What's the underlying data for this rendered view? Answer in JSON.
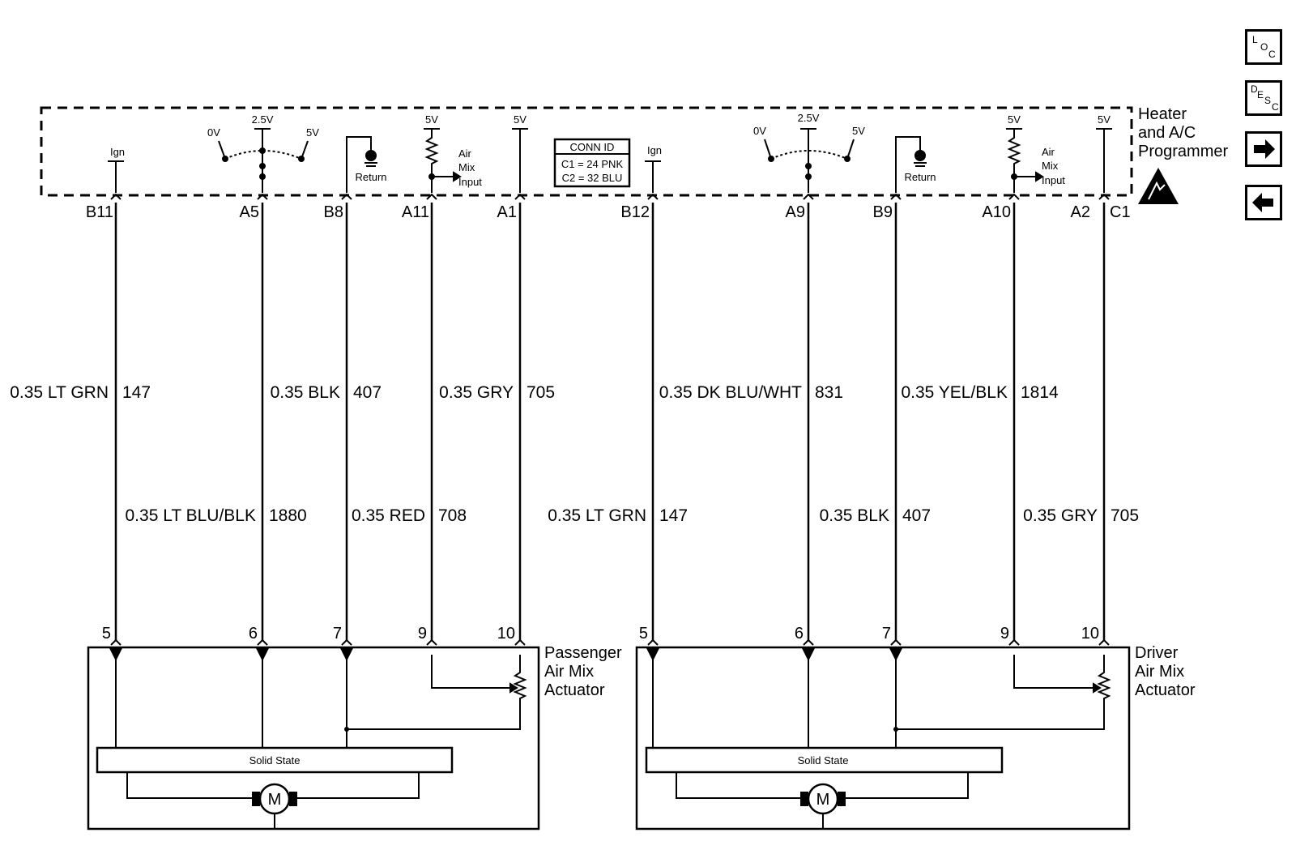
{
  "module": {
    "title_lines": [
      "Heater",
      "and A/C",
      "Programmer"
    ],
    "conn_id": {
      "header": "CONN ID",
      "lines": [
        "C1 = 24 PNK",
        "C2 = 32 BLU"
      ]
    }
  },
  "internal_labels": {
    "ign": "Ign",
    "v0": "0V",
    "v25": "2.5V",
    "v5": "5V",
    "return": "Return",
    "air": "Air",
    "mix": "Mix",
    "input": "Input"
  },
  "module_pins": [
    "B11",
    "A5",
    "B8",
    "A11",
    "A1",
    "B12",
    "A9",
    "B9",
    "A10",
    "A2",
    "C1"
  ],
  "wires_row1": [
    {
      "color": "0.35 LT GRN",
      "circuit": "147"
    },
    {
      "color": "0.35 BLK",
      "circuit": "407"
    },
    {
      "color": "0.35 GRY",
      "circuit": "705"
    },
    {
      "color": "0.35 DK BLU/WHT",
      "circuit": "831"
    },
    {
      "color": "0.35 YEL/BLK",
      "circuit": "1814"
    }
  ],
  "wires_row2": [
    {
      "color": "0.35 LT BLU/BLK",
      "circuit": "1880"
    },
    {
      "color": "0.35 RED",
      "circuit": "708"
    },
    {
      "color": "0.35 LT GRN",
      "circuit": "147"
    },
    {
      "color": "0.35 BLK",
      "circuit": "407"
    },
    {
      "color": "0.35 GRY",
      "circuit": "705"
    }
  ],
  "actuator_pins": [
    "5",
    "6",
    "7",
    "9",
    "10"
  ],
  "actuators": [
    {
      "name_lines": [
        "Passenger",
        "Air Mix",
        "Actuator"
      ],
      "solid_state": "Solid State",
      "motor": "M"
    },
    {
      "name_lines": [
        "Driver",
        "Air Mix",
        "Actuator"
      ],
      "solid_state": "Solid State",
      "motor": "M"
    }
  ],
  "nav": {
    "loc": [
      "L",
      "O",
      "C"
    ],
    "desc": [
      "D",
      "E",
      "S",
      "C"
    ],
    "next_icon": "arrow-right-icon",
    "prev_icon": "arrow-left-icon"
  }
}
